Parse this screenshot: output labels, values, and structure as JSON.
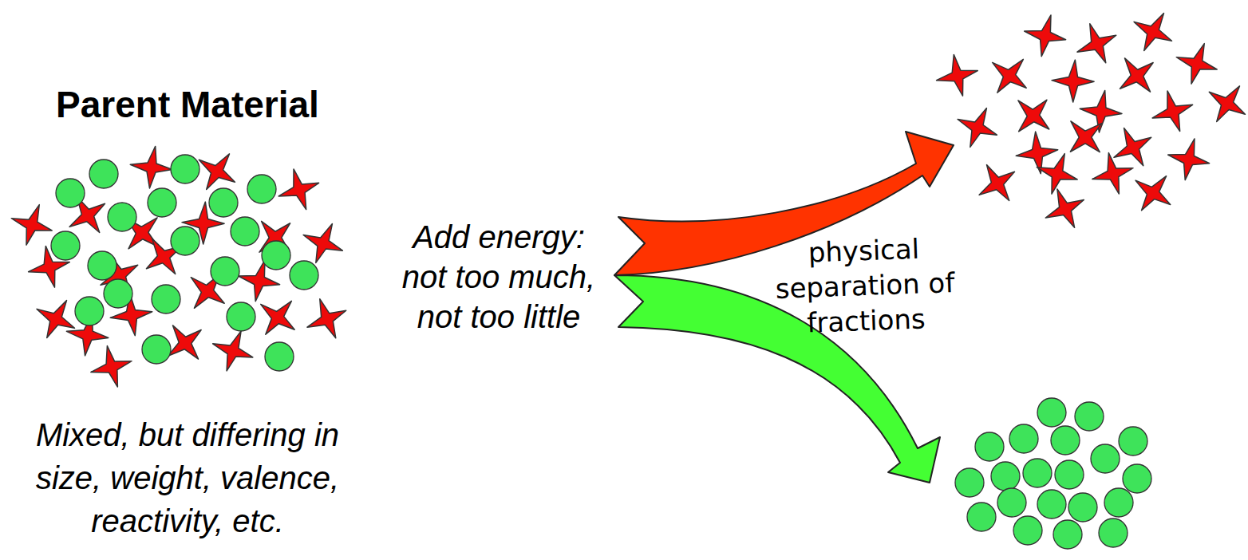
{
  "diagram": {
    "nodes": [
      {
        "text": [
          "Parent Material",
          "Mixed, but differing in size, weight, valence, reactivity, etc."
        ]
      }
    ],
    "labels": [
      "Add energy: not too much, not too little",
      "physical separation of fractions"
    ]
  }
}
